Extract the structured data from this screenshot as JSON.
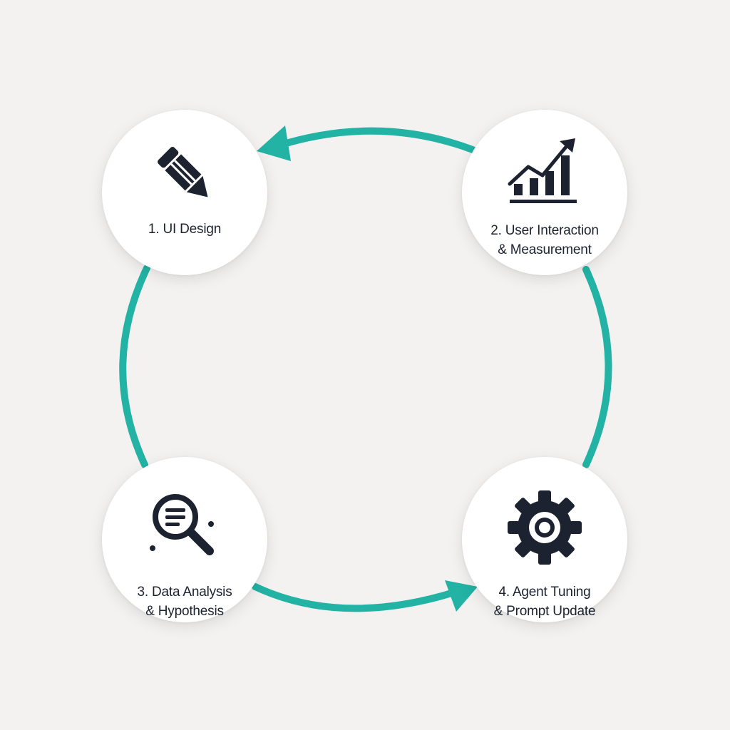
{
  "colors": {
    "background": "#f3f2f1",
    "arrow": "#22b3a5",
    "icon": "#1d2230",
    "node_fill": "#ffffff"
  },
  "steps": [
    {
      "icon": "pencil-icon",
      "line1": "1. UI Design",
      "line2": ""
    },
    {
      "icon": "growth-chart-icon",
      "line1": "2. User Interaction",
      "line2": "& Measurement"
    },
    {
      "icon": "magnifier-icon",
      "line1": "3. Data Analysis",
      "line2": "& Hypothesis"
    },
    {
      "icon": "gear-icon",
      "line1": "4. Agent Tuning",
      "line2": "& Prompt Update"
    }
  ]
}
